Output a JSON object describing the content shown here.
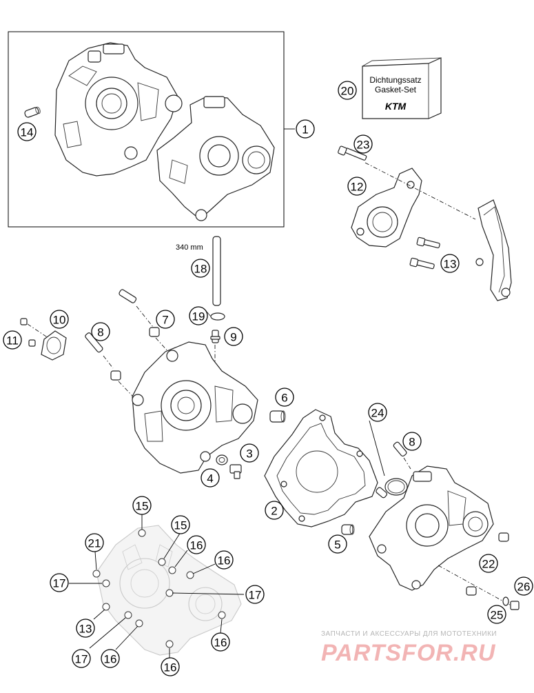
{
  "callouts": [
    {
      "label": "1"
    },
    {
      "label": "2"
    },
    {
      "label": "3"
    },
    {
      "label": "4"
    },
    {
      "label": "5"
    },
    {
      "label": "6"
    },
    {
      "label": "7"
    },
    {
      "label": "8"
    },
    {
      "label": "8"
    },
    {
      "label": "9"
    },
    {
      "label": "10"
    },
    {
      "label": "11"
    },
    {
      "label": "12"
    },
    {
      "label": "13"
    },
    {
      "label": "13"
    },
    {
      "label": "14"
    },
    {
      "label": "15"
    },
    {
      "label": "15"
    },
    {
      "label": "16"
    },
    {
      "label": "16"
    },
    {
      "label": "16"
    },
    {
      "label": "16"
    },
    {
      "label": "16"
    },
    {
      "label": "17"
    },
    {
      "label": "17"
    },
    {
      "label": "17"
    },
    {
      "label": "18"
    },
    {
      "label": "19"
    },
    {
      "label": "20"
    },
    {
      "label": "21"
    },
    {
      "label": "22"
    },
    {
      "label": "23"
    },
    {
      "label": "24"
    },
    {
      "label": "25"
    },
    {
      "label": "26"
    }
  ],
  "gasket_box": {
    "line1": "Dichtungssatz",
    "line2": "Gasket-Set",
    "brand": "KTM"
  },
  "dimension": {
    "label": "340 mm"
  },
  "watermark": {
    "subtitle": "ЗАПЧАСТИ И АКСЕССУАРЫ ДЛЯ МОТОТЕХНИКИ",
    "brand": "PARTSFOR.RU"
  }
}
